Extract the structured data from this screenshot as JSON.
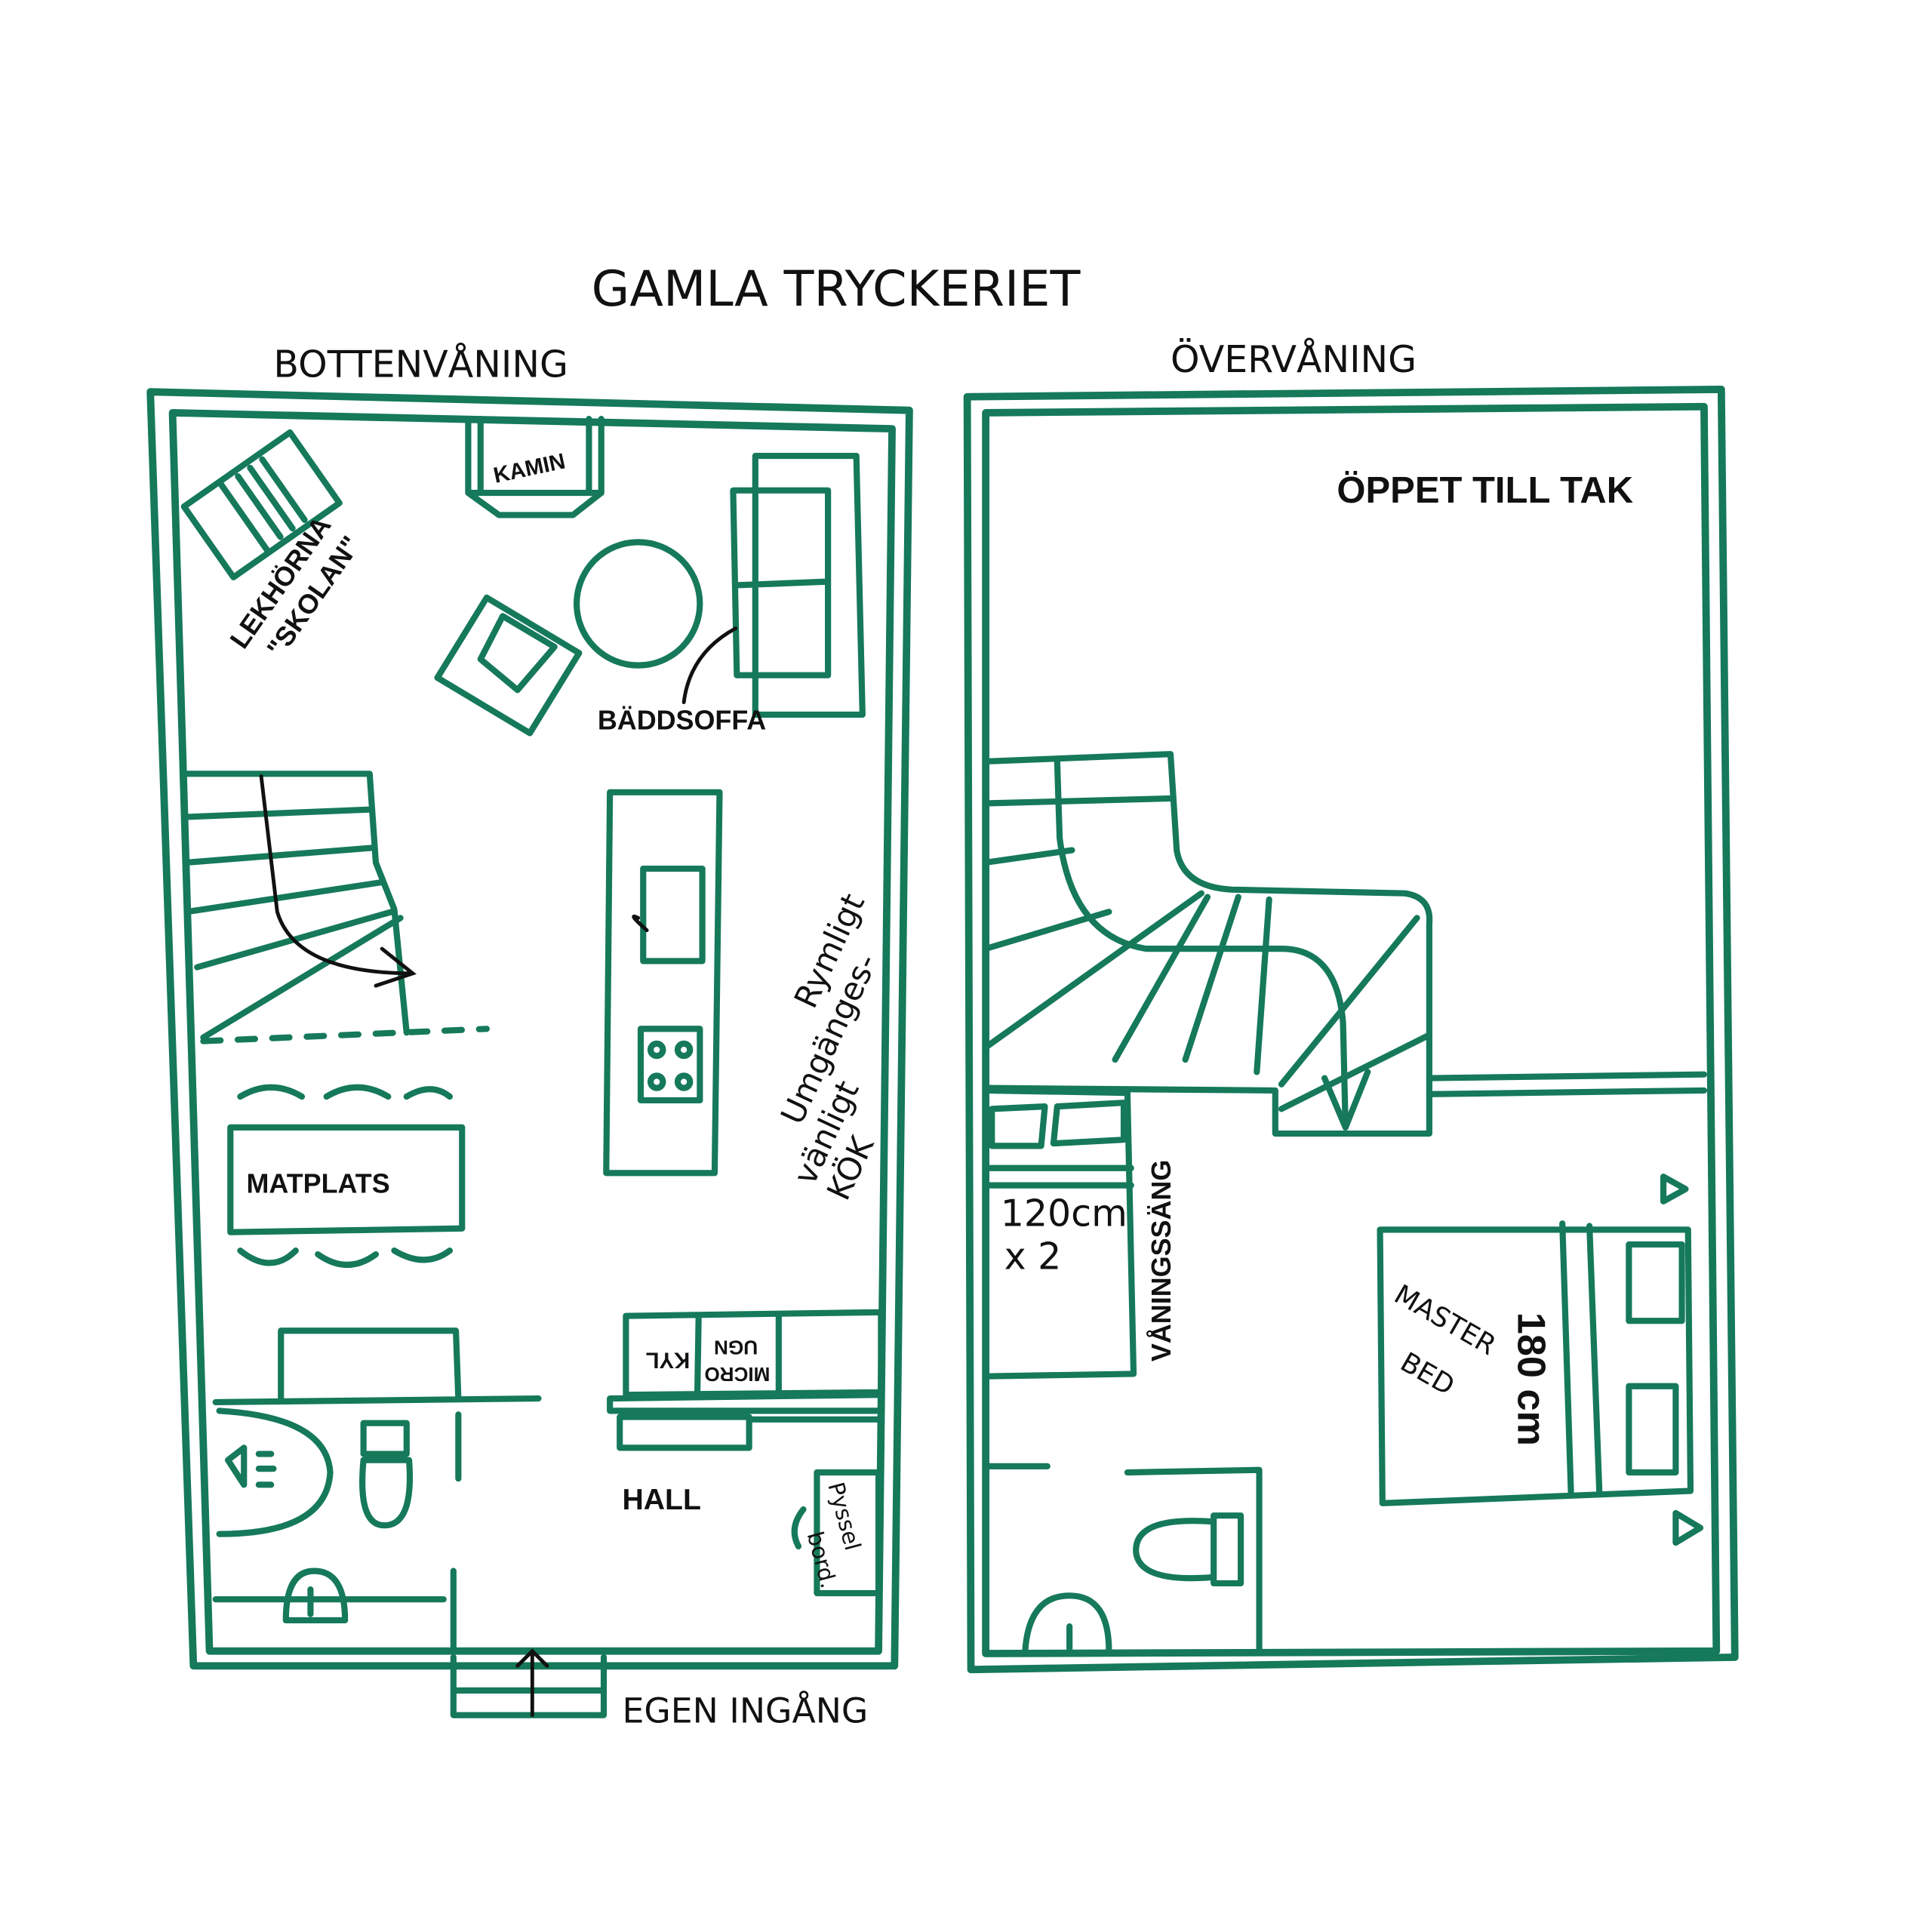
{
  "title": "GAMLA TRYCKERIET",
  "ground_floor": {
    "heading": "BOTTENVÅNING",
    "labels": {
      "kids_corner_line1": "LEKHÖRNA",
      "kids_corner_line2": "\"SKOLAN\"",
      "stove": "KAMIN",
      "sofa_bed": "BÄDDSOFFA",
      "kitchen_line1": "Rymligt",
      "kitchen_line2": "Umgänges-",
      "kitchen_line3": "vänligt",
      "kitchen_line4": "KÖK",
      "dining": "MATPLATS",
      "fridge": "KYL",
      "microwave_line1": "MICRO",
      "microwave_line2": "UGN",
      "hall": "HALL",
      "craft_table_line1": "Pyssel",
      "craft_table_line2": "bord.",
      "entrance": "EGEN INGÅNG"
    }
  },
  "upper_floor": {
    "heading": "ÖVERVÅNING",
    "labels": {
      "open_to_ceiling": "ÖPPET TILL TAK",
      "bunk_size_line1": "120cm",
      "bunk_size_line2": "x 2",
      "bunk_bed": "VÅNINGSSÄNG",
      "master_line1": "MASTER",
      "master_line2": "BED",
      "master_size": "180 cm"
    }
  },
  "colors": {
    "line": "#15795a",
    "text": "#111111"
  }
}
